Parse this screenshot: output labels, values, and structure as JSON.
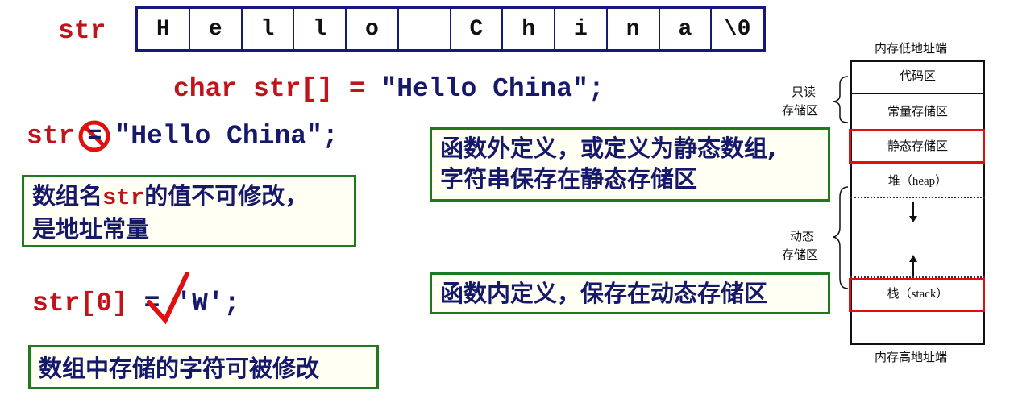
{
  "array": {
    "label": "str",
    "cells": [
      "H",
      "e",
      "l",
      "l",
      "o",
      " ",
      "C",
      "h",
      "i",
      "n",
      "a",
      "\\0"
    ]
  },
  "code": {
    "declaration_keyword": "char str[] =",
    "declaration_value": "\"Hello China\";",
    "assign_lhs": "str",
    "assign_rhs": "\"Hello China\";",
    "index_lhs": "str[0]",
    "index_op": "=",
    "index_rhs": "'W';"
  },
  "notes": {
    "static_line1": "函数外定义，或定义为静态数组,",
    "static_line2": "字符串保存在静态存储区",
    "name_part1": "数组名",
    "name_str": "str",
    "name_part2": "的值不可修改，",
    "name_line2": "是地址常量",
    "dynamic": "函数内定义，保存在动态存储区",
    "modifiable": "数组中存储的字符可被修改"
  },
  "memory": {
    "top_label": "内存低地址端",
    "bottom_label": "内存高地址端",
    "rows": [
      "代码区",
      "常量存储区",
      "静态存储区",
      "堆（heap）",
      "栈（stack）"
    ],
    "readonly_label_1": "只读",
    "readonly_label_2": "存储区",
    "dynamic_label_1": "动态",
    "dynamic_label_2": "存储区"
  },
  "colors": {
    "code_red": "#c0141c",
    "code_navy": "#16186a",
    "box_border": "#1e7a1e",
    "highlight": "#e01010"
  },
  "icons": {
    "not_allowed": "prohibited-icon",
    "allowed": "check-mark-icon"
  }
}
